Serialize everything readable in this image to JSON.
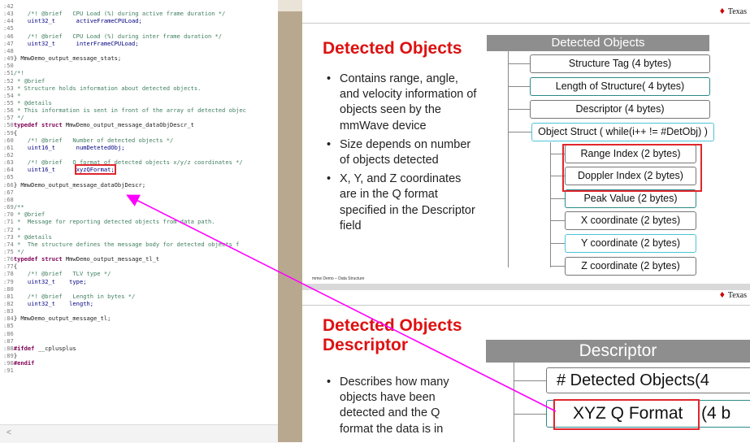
{
  "code_editor": {
    "lines": [
      {
        "num": "42",
        "parts": [
          {
            "t": "",
            "c": "plain"
          }
        ]
      },
      {
        "num": "43",
        "parts": [
          {
            "t": "    /*! @brief   CPU Load (%) during active frame duration */",
            "c": "cm"
          }
        ]
      },
      {
        "num": "44",
        "parts": [
          {
            "t": "    uint32_t",
            "c": "ty"
          },
          {
            "t": "      activeFrameCPULoad;",
            "c": "id"
          }
        ]
      },
      {
        "num": "45",
        "parts": [
          {
            "t": "",
            "c": "plain"
          }
        ]
      },
      {
        "num": "46",
        "parts": [
          {
            "t": "    /*! @brief   CPU Load (%) during inter frame duration */",
            "c": "cm"
          }
        ]
      },
      {
        "num": "47",
        "parts": [
          {
            "t": "    uint32_t",
            "c": "ty"
          },
          {
            "t": "      interFrameCPULoad;",
            "c": "id"
          }
        ]
      },
      {
        "num": "48",
        "parts": [
          {
            "t": "",
            "c": "plain"
          }
        ]
      },
      {
        "num": "49",
        "parts": [
          {
            "t": "} MmwDemo_output_message_stats;",
            "c": "plain"
          }
        ]
      },
      {
        "num": "50",
        "parts": [
          {
            "t": "",
            "c": "plain"
          }
        ]
      },
      {
        "num": "51",
        "parts": [
          {
            "t": "/*!",
            "c": "cm"
          }
        ]
      },
      {
        "num": "52",
        "parts": [
          {
            "t": " * @brief",
            "c": "cm"
          }
        ]
      },
      {
        "num": "53",
        "parts": [
          {
            "t": " * Structure holds information about detected objects.",
            "c": "cm"
          }
        ]
      },
      {
        "num": "54",
        "parts": [
          {
            "t": " *",
            "c": "cm"
          }
        ]
      },
      {
        "num": "55",
        "parts": [
          {
            "t": " * @details",
            "c": "cm"
          }
        ]
      },
      {
        "num": "56",
        "parts": [
          {
            "t": " * This information is sent in front of the array of detected objec",
            "c": "cm"
          }
        ]
      },
      {
        "num": "57",
        "parts": [
          {
            "t": " */",
            "c": "cm"
          }
        ]
      },
      {
        "num": "58",
        "parts": [
          {
            "t": "typedef struct",
            "c": "kw"
          },
          {
            "t": " MmwDemo_output_message_dataObjDescr_t",
            "c": "plain"
          }
        ]
      },
      {
        "num": "59",
        "parts": [
          {
            "t": "{",
            "c": "plain"
          }
        ]
      },
      {
        "num": "60",
        "parts": [
          {
            "t": "    /*! @brief   Number of detected objects */",
            "c": "cm"
          }
        ]
      },
      {
        "num": "61",
        "parts": [
          {
            "t": "    uint16_t",
            "c": "ty"
          },
          {
            "t": "      numDetetedObj;",
            "c": "id"
          }
        ]
      },
      {
        "num": "62",
        "parts": [
          {
            "t": "",
            "c": "plain"
          }
        ]
      },
      {
        "num": "63",
        "parts": [
          {
            "t": "    /*! @brief   Q format of detected objects x/y/z coordinates */",
            "c": "cm"
          }
        ]
      },
      {
        "num": "64",
        "parts": [
          {
            "t": "    uint16_t",
            "c": "ty"
          },
          {
            "t": "      ",
            "c": "plain"
          },
          {
            "t": "xyzQFormat;",
            "c": "id",
            "hl": true
          }
        ]
      },
      {
        "num": "65",
        "parts": [
          {
            "t": "",
            "c": "plain"
          }
        ]
      },
      {
        "num": "66",
        "parts": [
          {
            "t": "} MmwDemo_output_message_dataObjDescr;",
            "c": "plain"
          }
        ]
      },
      {
        "num": "67",
        "parts": [
          {
            "t": "",
            "c": "plain"
          }
        ]
      },
      {
        "num": "68",
        "parts": [
          {
            "t": "",
            "c": "plain"
          }
        ]
      },
      {
        "num": "69",
        "parts": [
          {
            "t": "/**",
            "c": "cm"
          }
        ]
      },
      {
        "num": "70",
        "parts": [
          {
            "t": " * @brief",
            "c": "cm"
          }
        ]
      },
      {
        "num": "71",
        "parts": [
          {
            "t": " *  Message for reporting detected objects from data path.",
            "c": "cm"
          }
        ]
      },
      {
        "num": "72",
        "parts": [
          {
            "t": " *",
            "c": "cm"
          }
        ]
      },
      {
        "num": "73",
        "parts": [
          {
            "t": " * @details",
            "c": "cm"
          }
        ]
      },
      {
        "num": "74",
        "parts": [
          {
            "t": " *  The structure defines the message body for detected objects f",
            "c": "cm"
          }
        ]
      },
      {
        "num": "75",
        "parts": [
          {
            "t": " */",
            "c": "cm"
          }
        ]
      },
      {
        "num": "76",
        "parts": [
          {
            "t": "typedef struct",
            "c": "kw"
          },
          {
            "t": " MmwDemo_output_message_tl_t",
            "c": "plain"
          }
        ]
      },
      {
        "num": "77",
        "parts": [
          {
            "t": "{",
            "c": "plain"
          }
        ]
      },
      {
        "num": "78",
        "parts": [
          {
            "t": "    /*! @brief   TLV type */",
            "c": "cm"
          }
        ]
      },
      {
        "num": "79",
        "parts": [
          {
            "t": "    uint32_t",
            "c": "ty"
          },
          {
            "t": "    type;",
            "c": "id"
          }
        ]
      },
      {
        "num": "80",
        "parts": [
          {
            "t": "",
            "c": "plain"
          }
        ]
      },
      {
        "num": "81",
        "parts": [
          {
            "t": "    /*! @brief   Length in bytes */",
            "c": "cm"
          }
        ]
      },
      {
        "num": "82",
        "parts": [
          {
            "t": "    uint32_t",
            "c": "ty"
          },
          {
            "t": "    length;",
            "c": "id"
          }
        ]
      },
      {
        "num": "83",
        "parts": [
          {
            "t": "",
            "c": "plain"
          }
        ]
      },
      {
        "num": "84",
        "parts": [
          {
            "t": "} MmwDemo_output_message_tl;",
            "c": "plain"
          }
        ]
      },
      {
        "num": "85",
        "parts": [
          {
            "t": "",
            "c": "plain"
          }
        ]
      },
      {
        "num": "86",
        "parts": [
          {
            "t": "",
            "c": "plain"
          }
        ]
      },
      {
        "num": "87",
        "parts": [
          {
            "t": "",
            "c": "plain"
          }
        ]
      },
      {
        "num": "88",
        "parts": [
          {
            "t": "#ifdef",
            "c": "kw"
          },
          {
            "t": " __cplusplus",
            "c": "plain"
          }
        ]
      },
      {
        "num": "89",
        "parts": [
          {
            "t": "}",
            "c": "plain"
          }
        ]
      },
      {
        "num": "90",
        "parts": [
          {
            "t": "#endif",
            "c": "kw"
          }
        ]
      },
      {
        "num": "91",
        "parts": [
          {
            "t": "",
            "c": "plain"
          }
        ]
      }
    ],
    "scroll_glyph": "<"
  },
  "slide1": {
    "logo_text": "Texas",
    "logo_mark": "♦",
    "title": "Detected Objects",
    "bullets": [
      "Contains range, angle, and velocity information of objects seen by the mmWave device",
      "Size depends on number of objects detected",
      "X, Y, and Z coordinates are in the Q format specified in the Descriptor field"
    ],
    "diagram_header": "Detected Objects",
    "boxes": [
      {
        "label": "Structure Tag (4 bytes)",
        "style": "b-grey"
      },
      {
        "label": "Length of Structure( 4 bytes)",
        "style": "b-teal"
      },
      {
        "label": "Descriptor (4 bytes)",
        "style": "b-grey"
      },
      {
        "label": "Object Struct ( while(i++ != #DetObj) )",
        "style": "b-cyan"
      },
      {
        "label": "Range Index (2 bytes)",
        "style": "b-red"
      },
      {
        "label": "Doppler Index (2 bytes)",
        "style": "b-red"
      },
      {
        "label": "Peak Value (2 bytes)",
        "style": "b-teal"
      },
      {
        "label": "X coordinate (2 bytes)",
        "style": "b-grey"
      },
      {
        "label": "Y coordinate (2 bytes)",
        "style": "b-cyan"
      },
      {
        "label": "Z coordinate (2 bytes)",
        "style": "b-grey"
      }
    ],
    "footnote": "mmw Demo – Data Structure"
  },
  "slide2": {
    "logo_text": "Texas",
    "logo_mark": "♦",
    "title_line1": "Detected Objects",
    "title_line2": "Descriptor",
    "bullet": "Describes how many objects have been detected and the Q format the data is in",
    "header": "Descriptor",
    "box1": "# Detected Objects(4",
    "box2_main": "XYZ Q Format",
    "box2_tail": "(4 b"
  },
  "colors": {
    "slide_title": "#d11",
    "arrow": "#ff00ff",
    "highlight": "#e0262d",
    "divider": "#b9a890"
  }
}
